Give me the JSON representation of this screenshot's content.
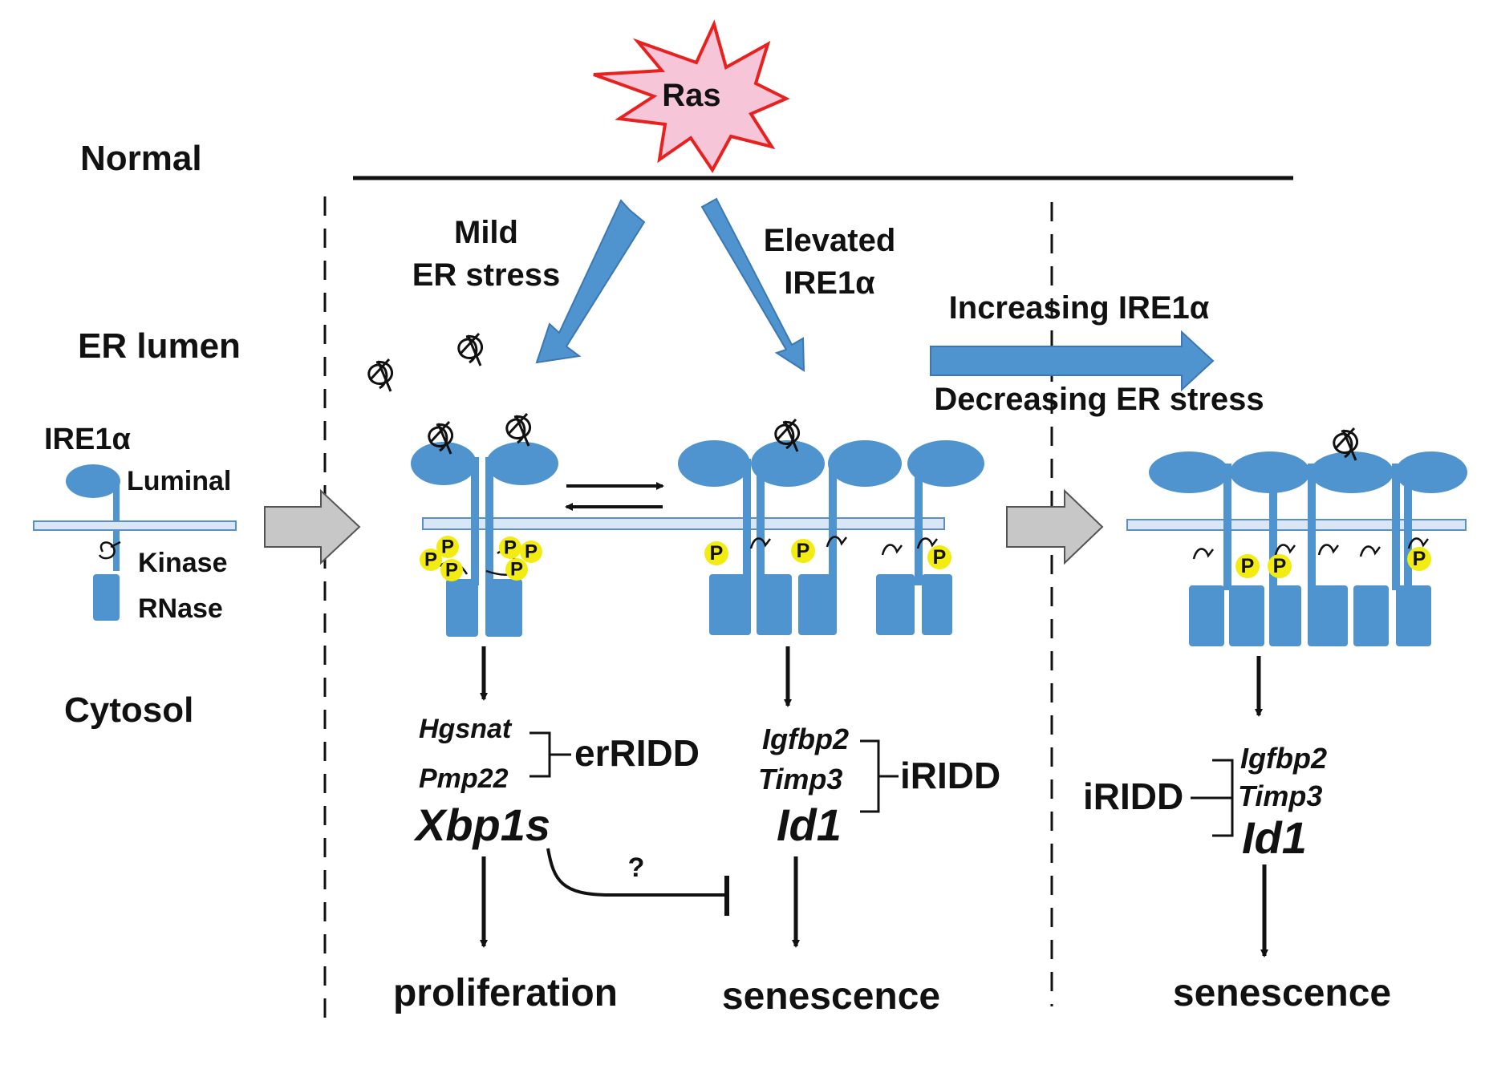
{
  "header": {
    "top_title_partial": ""
  },
  "trigger": {
    "label": "Ras"
  },
  "compartments": {
    "normal": "Normal",
    "er_lumen": "ER lumen",
    "cytosol": "Cytosol"
  },
  "legend": {
    "title": "IRE1α",
    "luminal": "Luminal",
    "kinase": "Kinase",
    "rnase": "RNase"
  },
  "arrows": {
    "mild": [
      "Mild",
      "ER stress"
    ],
    "elevated": [
      "Elevated",
      "IRE1α"
    ],
    "increasing": "Increasing IRE1α",
    "decreasing": "Decreasing ER stress",
    "question": "?"
  },
  "phospho": "P",
  "panel_mild": {
    "genes": [
      "Hgsnat",
      "Pmp22"
    ],
    "group": "erRIDD",
    "main_gene": "Xbp1s",
    "outcome": "proliferation"
  },
  "panel_elevated": {
    "genes": [
      "Igfbp2",
      "Timp3"
    ],
    "main_gene": "Id1",
    "group": "iRIDD",
    "outcome": "senescence"
  },
  "panel_right": {
    "group": "iRIDD",
    "genes": [
      "Igfbp2",
      "Timp3"
    ],
    "main_gene": "Id1",
    "outcome": "senescence"
  },
  "colors": {
    "protein": "#4f93cf",
    "membrane_fill": "#d9e6f5",
    "membrane_stroke": "#5b8fc6",
    "phospho": "#f2ec12",
    "ras_fill": "#f6c6d8",
    "ras_stroke": "#e8211e",
    "gray_arrow": "#c7c7c7"
  }
}
